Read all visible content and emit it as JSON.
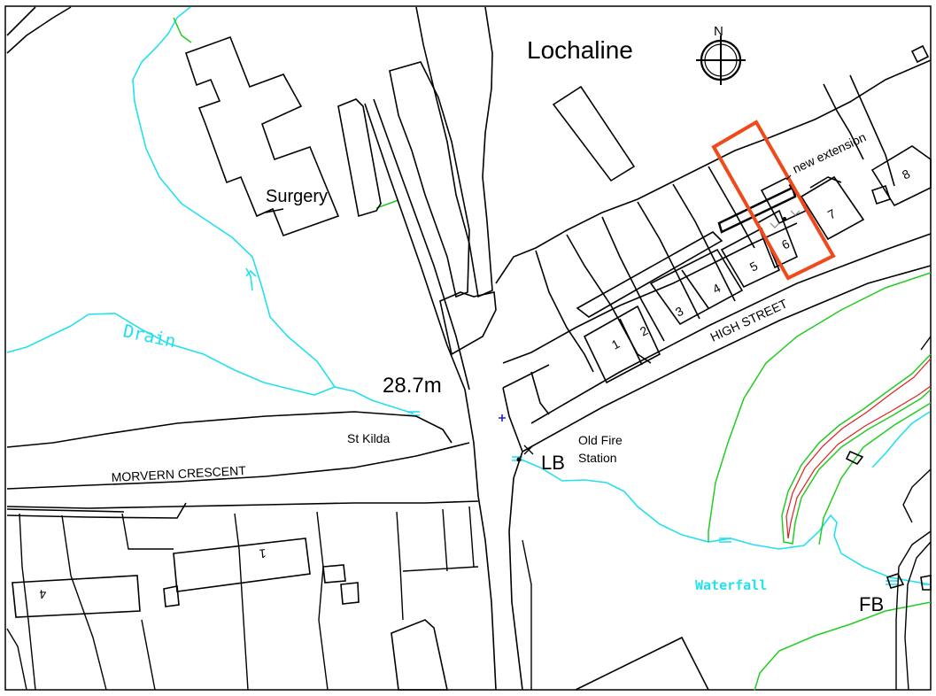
{
  "map": {
    "title": "Lochaline",
    "north_label": "N",
    "labels": {
      "surgery": "Surgery",
      "drain": "Drain",
      "spot_height": "28.7m",
      "st_kilda": "St Kilda",
      "morvern_crescent": "MORVERN CRESCENT",
      "old_fire_station_1": "Old Fire",
      "old_fire_station_2": "Station",
      "lb": "LB",
      "high_street": "HIGH STREET",
      "new_extension": "new extension",
      "waterfall": "Waterfall",
      "fb": "FB"
    },
    "house_numbers": [
      "1",
      "2",
      "3",
      "4",
      "5",
      "6",
      "7",
      "8"
    ],
    "crescent_numbers": [
      "4",
      "1"
    ],
    "colors": {
      "outline": "#000000",
      "water": "#22e0ef",
      "vegetation": "#22cc22",
      "site_boundary": "#f04a1c",
      "river_bank": "#e02020"
    }
  }
}
